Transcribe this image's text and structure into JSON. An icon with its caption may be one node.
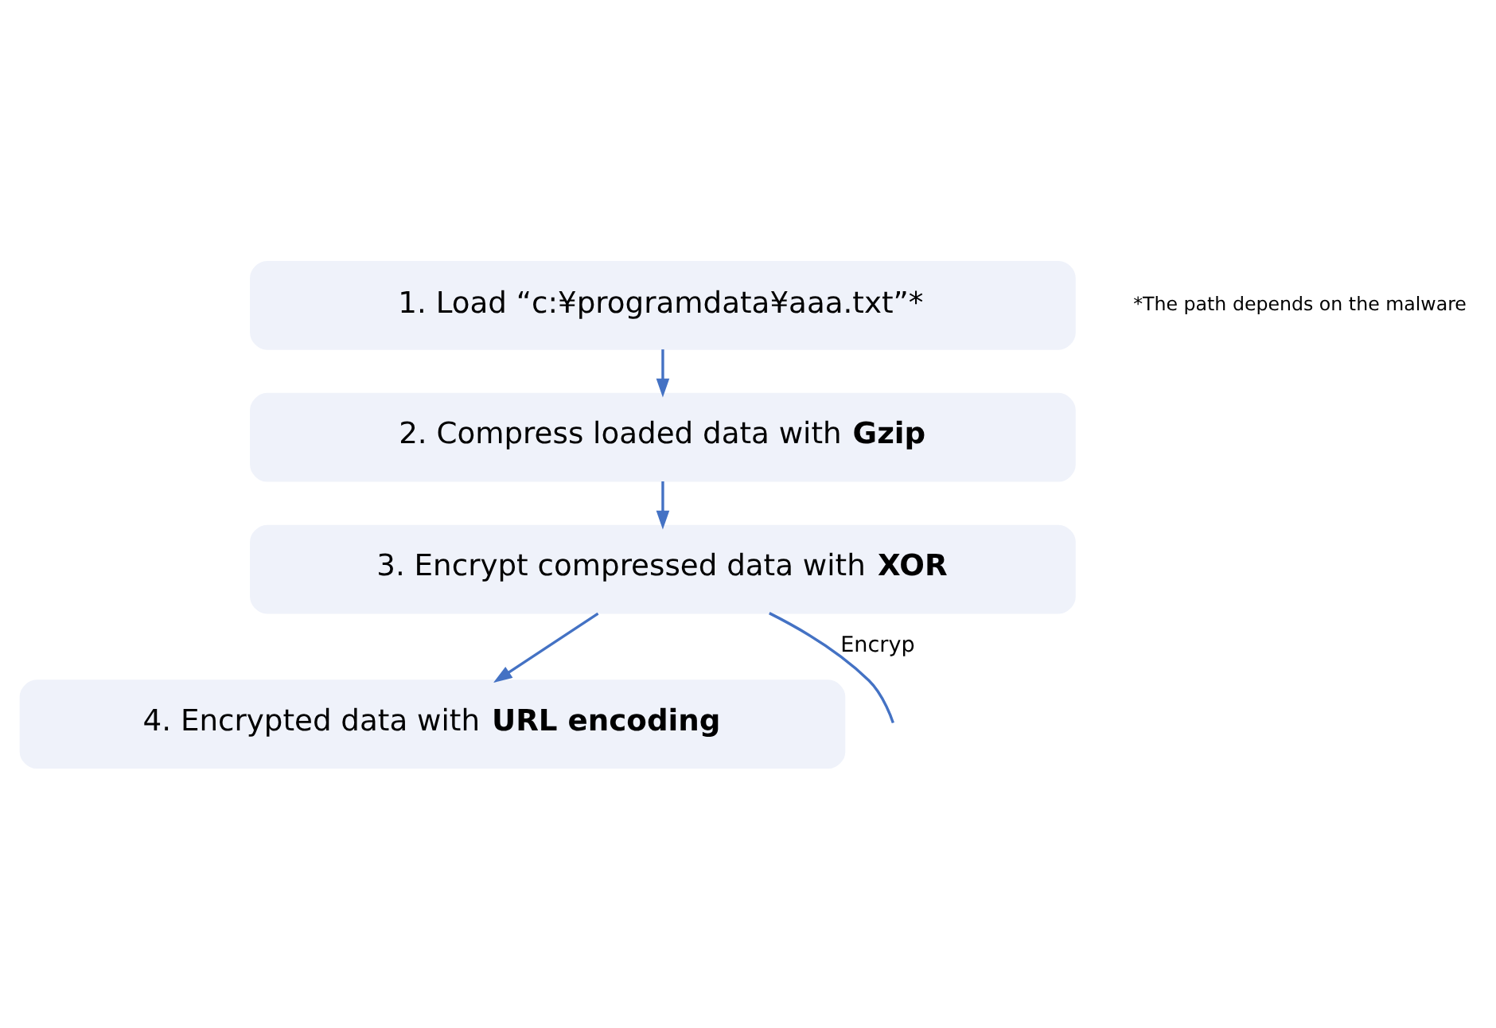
{
  "diagram": {
    "nodes": [
      {
        "text": [
          "1. Load “c:¥programdata¥aaa.txt”*"
        ]
      },
      {
        "text": [
          "2. Compress loaded data with **Gzip**"
        ]
      },
      {
        "text": [
          "3. Encrypt compressed data with **XOR**"
        ]
      },
      {
        "text": [
          "4. Encrypted data with **URL encoding**"
        ]
      }
    ],
    "edges": [
      {
        "from": 0,
        "to": 1,
        "arrow": "to"
      },
      {
        "from": 1,
        "to": 2,
        "arrow": "to"
      },
      {
        "from": 2,
        "to": 3,
        "arrow": "to"
      },
      {
        "from": 2,
        "to": null,
        "arrow": "none",
        "label": "Encryp"
      }
    ],
    "labels": [
      "*The path depends on the malware"
    ]
  }
}
